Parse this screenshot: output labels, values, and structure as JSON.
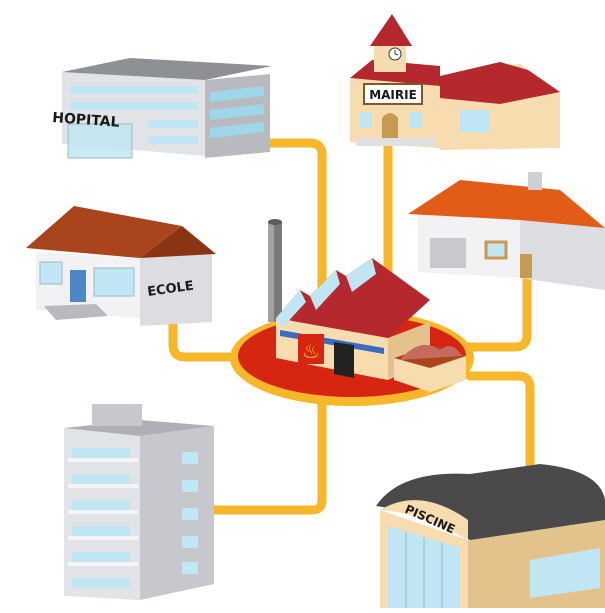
{
  "labels": {
    "hospital": "HOPITAL",
    "townhall": "MAIRIE",
    "school": "ECOLE",
    "pool": "PISCINE"
  },
  "icons": {
    "plant_fire": "fire-icon"
  },
  "colors": {
    "network_pipe": "#f7b72a",
    "plant_base": "#d62612",
    "plant_base_ring": "#f7b72a",
    "roof_red": "#b5282e",
    "roof_orange": "#e25b17",
    "roof_brown": "#a9441c",
    "pool_roof": "#4a4a4a",
    "glass": "#bfe6f2",
    "wall_cream": "#f6dcae",
    "wall_white": "#ececef",
    "wall_grey": "#cfd0d4"
  }
}
